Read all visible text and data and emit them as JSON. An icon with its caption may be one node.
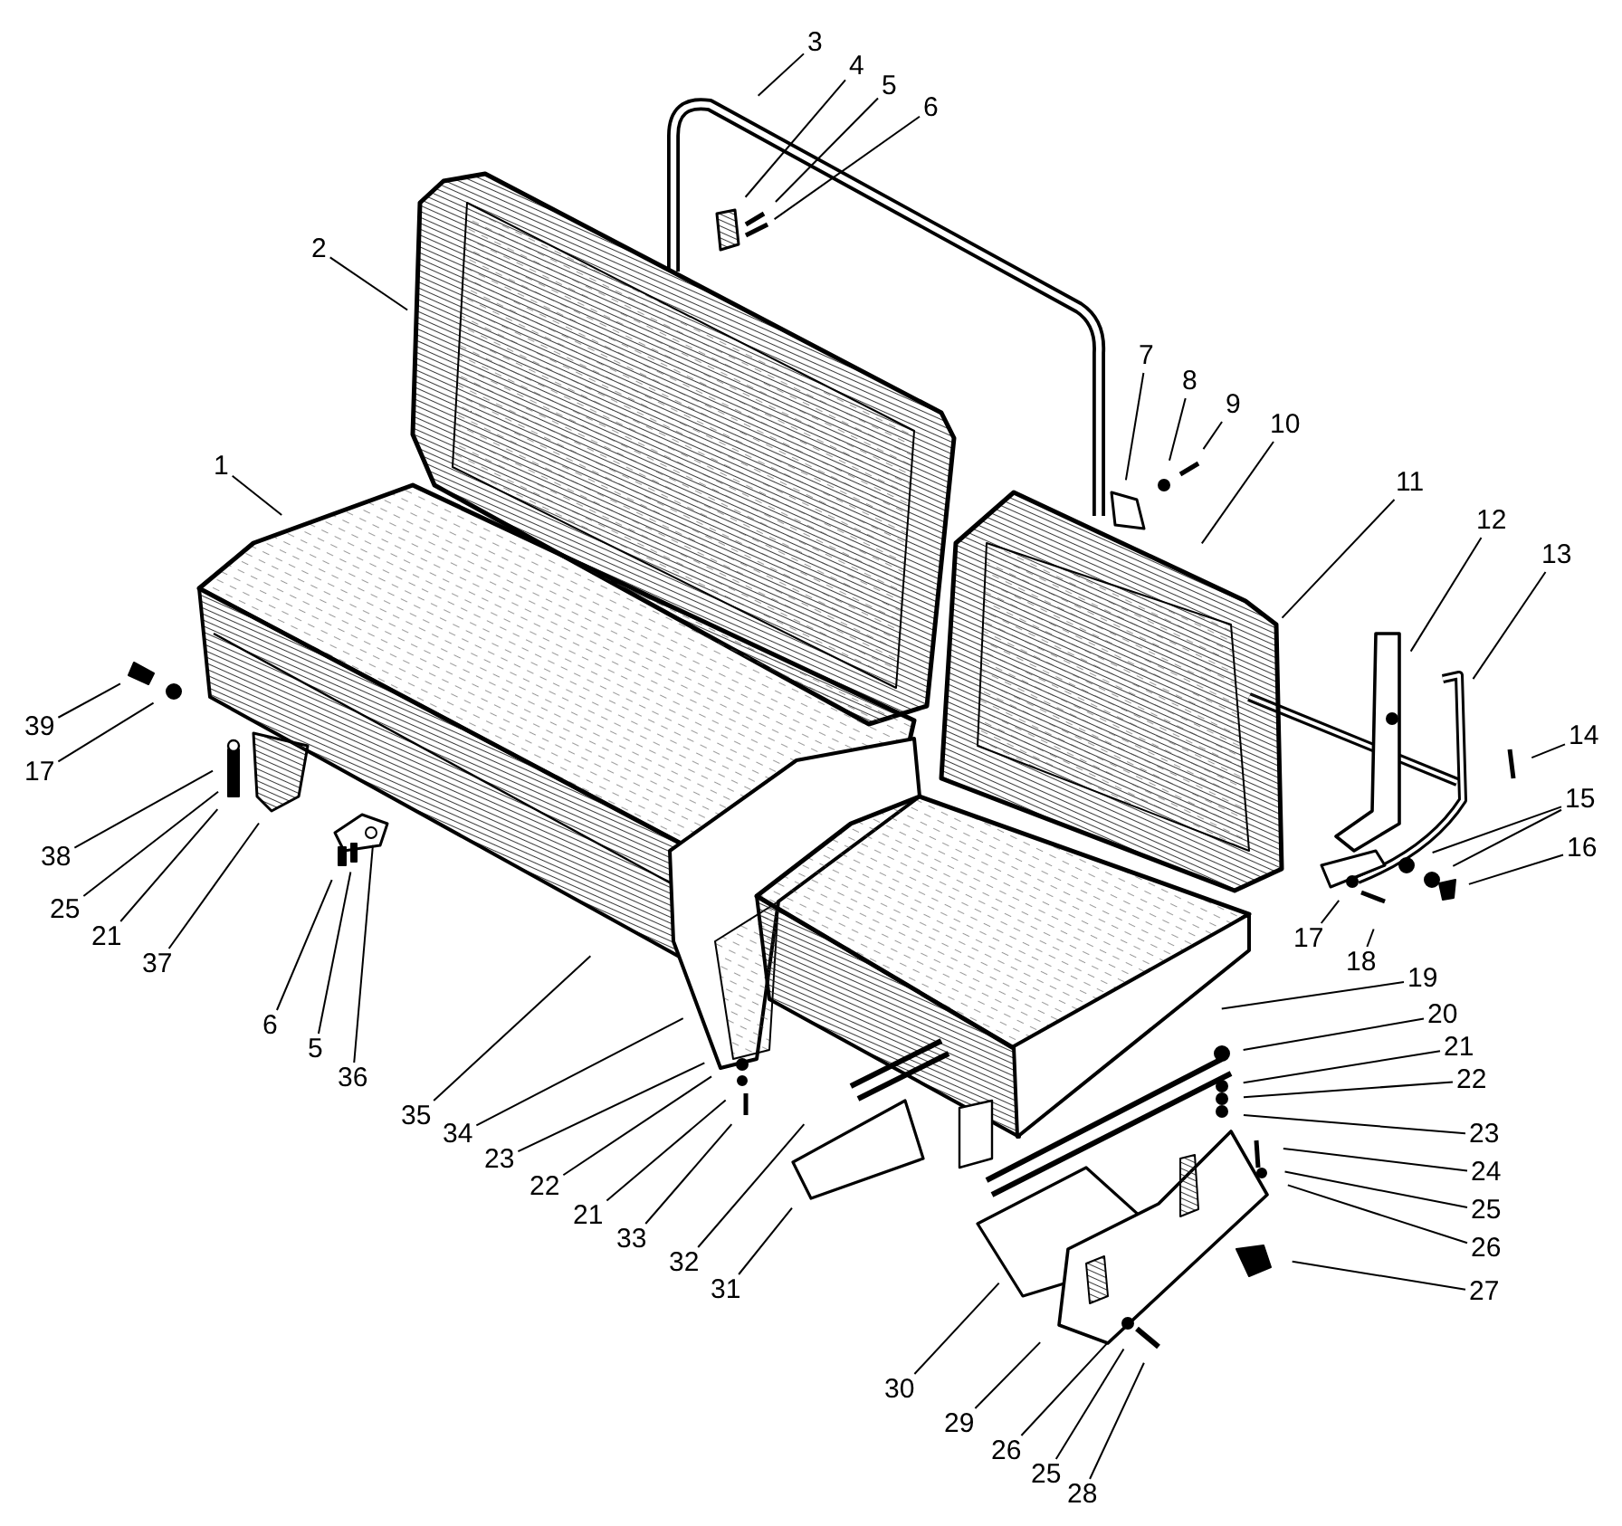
{
  "diagram": {
    "nodes": [
      {
        "text": [
          "1"
        ]
      },
      {
        "text": [
          "2"
        ]
      },
      {
        "text": [
          "3"
        ]
      },
      {
        "text": [
          "4"
        ]
      },
      {
        "text": [
          "5"
        ]
      },
      {
        "text": [
          "6"
        ]
      },
      {
        "text": [
          "7"
        ]
      },
      {
        "text": [
          "8"
        ]
      },
      {
        "text": [
          "9"
        ]
      },
      {
        "text": [
          "10"
        ]
      },
      {
        "text": [
          "11"
        ]
      },
      {
        "text": [
          "12"
        ]
      },
      {
        "text": [
          "13"
        ]
      },
      {
        "text": [
          "14"
        ]
      },
      {
        "text": [
          "15"
        ]
      },
      {
        "text": [
          "16"
        ]
      },
      {
        "text": [
          "17"
        ]
      },
      {
        "text": [
          "18"
        ]
      },
      {
        "text": [
          "19"
        ]
      },
      {
        "text": [
          "20"
        ]
      },
      {
        "text": [
          "21"
        ]
      },
      {
        "text": [
          "22"
        ]
      },
      {
        "text": [
          "23"
        ]
      },
      {
        "text": [
          "24"
        ]
      },
      {
        "text": [
          "25"
        ]
      },
      {
        "text": [
          "26"
        ]
      },
      {
        "text": [
          "27"
        ]
      },
      {
        "text": [
          "28"
        ]
      },
      {
        "text": [
          "25"
        ]
      },
      {
        "text": [
          "26"
        ]
      },
      {
        "text": [
          "29"
        ]
      },
      {
        "text": [
          "30"
        ]
      },
      {
        "text": [
          "31"
        ]
      },
      {
        "text": [
          "32"
        ]
      },
      {
        "text": [
          "33"
        ]
      },
      {
        "text": [
          "21"
        ]
      },
      {
        "text": [
          "22"
        ]
      },
      {
        "text": [
          "23"
        ]
      },
      {
        "text": [
          "34"
        ]
      },
      {
        "text": [
          "35"
        ]
      },
      {
        "text": [
          "36"
        ]
      },
      {
        "text": [
          "5"
        ]
      },
      {
        "text": [
          "6"
        ]
      },
      {
        "text": [
          "37"
        ]
      },
      {
        "text": [
          "21"
        ]
      },
      {
        "text": [
          "25"
        ]
      },
      {
        "text": [
          "38"
        ]
      },
      {
        "text": [
          "17"
        ]
      },
      {
        "text": [
          "39"
        ]
      }
    ],
    "edges": [
      {
        "from": 0,
        "to": null,
        "arrow": "none"
      },
      {
        "from": 1,
        "to": null,
        "arrow": "none"
      },
      {
        "from": 2,
        "to": null,
        "arrow": "none"
      },
      {
        "from": 3,
        "to": null,
        "arrow": "none"
      },
      {
        "from": 4,
        "to": null,
        "arrow": "none"
      },
      {
        "from": 5,
        "to": null,
        "arrow": "none"
      },
      {
        "from": 6,
        "to": null,
        "arrow": "none"
      },
      {
        "from": 7,
        "to": null,
        "arrow": "none"
      },
      {
        "from": 8,
        "to": null,
        "arrow": "none"
      },
      {
        "from": 9,
        "to": null,
        "arrow": "none"
      },
      {
        "from": 10,
        "to": null,
        "arrow": "none"
      },
      {
        "from": 11,
        "to": null,
        "arrow": "none"
      },
      {
        "from": 12,
        "to": null,
        "arrow": "none"
      },
      {
        "from": 13,
        "to": null,
        "arrow": "none"
      },
      {
        "from": 14,
        "to": null,
        "arrow": "none"
      },
      {
        "from": 14,
        "to": null,
        "arrow": "none"
      },
      {
        "from": 15,
        "to": null,
        "arrow": "none"
      },
      {
        "from": 16,
        "to": null,
        "arrow": "none"
      },
      {
        "from": 17,
        "to": null,
        "arrow": "none"
      },
      {
        "from": 18,
        "to": null,
        "arrow": "none"
      },
      {
        "from": 19,
        "to": null,
        "arrow": "none"
      },
      {
        "from": 20,
        "to": null,
        "arrow": "none"
      },
      {
        "from": 21,
        "to": null,
        "arrow": "none"
      },
      {
        "from": 22,
        "to": null,
        "arrow": "none"
      },
      {
        "from": 23,
        "to": null,
        "arrow": "none"
      },
      {
        "from": 24,
        "to": null,
        "arrow": "none"
      },
      {
        "from": 25,
        "to": null,
        "arrow": "none"
      },
      {
        "from": 26,
        "to": null,
        "arrow": "none"
      },
      {
        "from": 27,
        "to": null,
        "arrow": "none"
      },
      {
        "from": 28,
        "to": null,
        "arrow": "none"
      },
      {
        "from": 29,
        "to": null,
        "arrow": "none"
      },
      {
        "from": 30,
        "to": null,
        "arrow": "none"
      },
      {
        "from": 31,
        "to": null,
        "arrow": "none"
      },
      {
        "from": 32,
        "to": null,
        "arrow": "none"
      },
      {
        "from": 33,
        "to": null,
        "arrow": "none"
      },
      {
        "from": 34,
        "to": null,
        "arrow": "none"
      },
      {
        "from": 35,
        "to": null,
        "arrow": "none"
      },
      {
        "from": 36,
        "to": null,
        "arrow": "none"
      },
      {
        "from": 37,
        "to": null,
        "arrow": "none"
      },
      {
        "from": 38,
        "to": null,
        "arrow": "none"
      },
      {
        "from": 39,
        "to": null,
        "arrow": "none"
      },
      {
        "from": 40,
        "to": null,
        "arrow": "none"
      },
      {
        "from": 41,
        "to": null,
        "arrow": "none"
      },
      {
        "from": 42,
        "to": null,
        "arrow": "none"
      },
      {
        "from": 43,
        "to": null,
        "arrow": "none"
      },
      {
        "from": 44,
        "to": null,
        "arrow": "none"
      },
      {
        "from": 45,
        "to": null,
        "arrow": "none"
      },
      {
        "from": 46,
        "to": null,
        "arrow": "none"
      },
      {
        "from": 47,
        "to": null,
        "arrow": "none"
      },
      {
        "from": 48,
        "to": null,
        "arrow": "none"
      }
    ]
  }
}
